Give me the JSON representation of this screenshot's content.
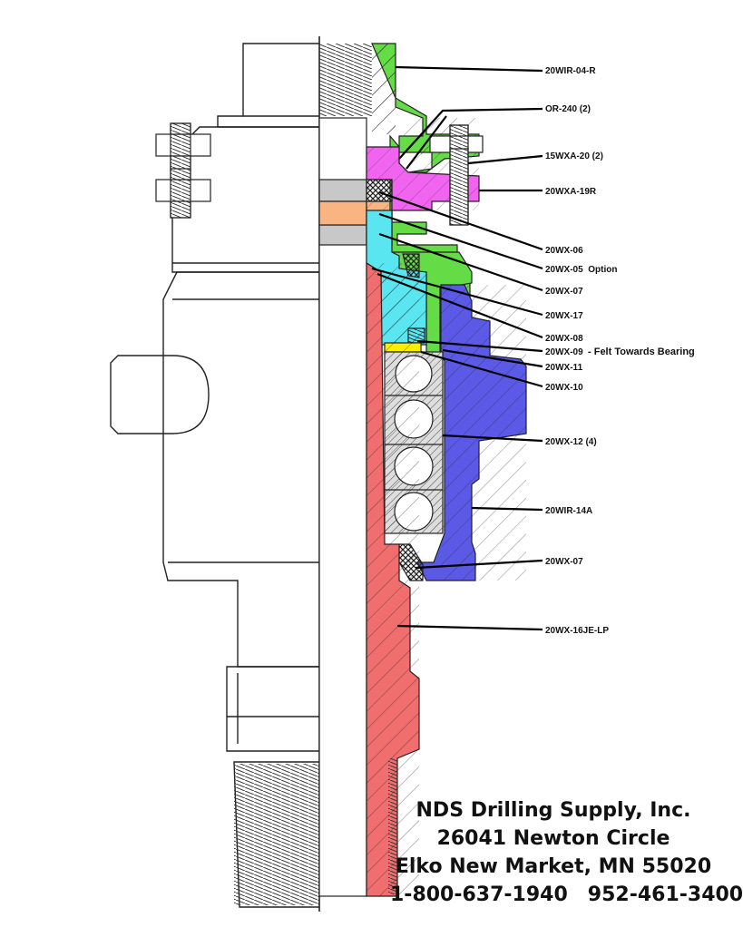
{
  "colors": {
    "green": "#64dc46",
    "magenta": "#f064f0",
    "cyan": "#5ae6f0",
    "orange": "#fab482",
    "gray": "#c8c8c8",
    "yellow": "#ffee00",
    "blue": "#5a5ae6",
    "red": "#f06e6e"
  },
  "labels": [
    {
      "part": "20WIR-04-R",
      "note": ""
    },
    {
      "part": "OR-240 (2)",
      "note": ""
    },
    {
      "part": "15WXA-20 (2)",
      "note": ""
    },
    {
      "part": "20WXA-19R",
      "note": ""
    },
    {
      "part": "20WX-06",
      "note": ""
    },
    {
      "part": "20WX-05  Option",
      "note": ""
    },
    {
      "part": "20WX-07",
      "note": ""
    },
    {
      "part": "20WX-17",
      "note": ""
    },
    {
      "part": "20WX-08",
      "note": ""
    },
    {
      "part": "20WX-09",
      "note": "- Felt Towards Bearing"
    },
    {
      "part": "20WX-11",
      "note": ""
    },
    {
      "part": "20WX-10",
      "note": ""
    },
    {
      "part": "20WX-12 (4)",
      "note": ""
    },
    {
      "part": "20WIR-14A",
      "note": ""
    },
    {
      "part": "20WX-07",
      "note": ""
    },
    {
      "part": "20WX-16JE-LP",
      "note": ""
    }
  ],
  "company": {
    "name": "NDS Drilling Supply, Inc.",
    "street": "26041 Newton Circle",
    "city": "Elko New Market, MN 55020",
    "phone1": "1-800-637-1940",
    "phone2": "952-461-3400"
  }
}
